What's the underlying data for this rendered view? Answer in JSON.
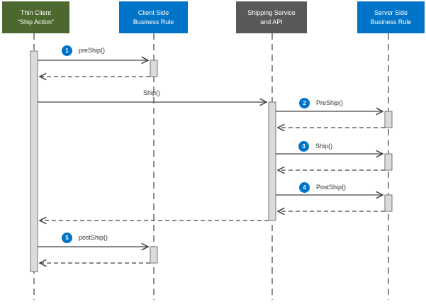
{
  "diagram_type": "uml-sequence-diagram",
  "actors": [
    {
      "id": "thin-client",
      "name": "Thin Client\n“Ship Action”",
      "color": "#4D682E"
    },
    {
      "id": "client-side-rule",
      "name": "Client Side\nBusiness Rule",
      "color": "#0074C8"
    },
    {
      "id": "shipping-service",
      "name": "Shipping Service\nand API",
      "color": "#595959"
    },
    {
      "id": "server-side-rule",
      "name": "Server Side\nBusiness Rule",
      "color": "#0074C8"
    }
  ],
  "messages": [
    {
      "number": "1",
      "label": "preShip()",
      "from": "thin-client",
      "to": "client-side-rule",
      "type": "call"
    },
    {
      "number": "",
      "label": "Ship()",
      "from": "thin-client",
      "to": "shipping-service",
      "type": "call"
    },
    {
      "number": "2",
      "label": "PreShip()",
      "from": "shipping-service",
      "to": "server-side-rule",
      "type": "call"
    },
    {
      "number": "3",
      "label": "Ship()",
      "from": "shipping-service",
      "to": "server-side-rule",
      "type": "call"
    },
    {
      "number": "4",
      "label": "PostShip()",
      "from": "shipping-service",
      "to": "server-side-rule",
      "type": "call"
    },
    {
      "number": "5",
      "label": "postShip()",
      "from": "thin-client",
      "to": "client-side-rule",
      "type": "call"
    }
  ],
  "returns": [
    {
      "from": "client-side-rule",
      "to": "thin-client"
    },
    {
      "from": "server-side-rule",
      "to": "shipping-service"
    },
    {
      "from": "server-side-rule",
      "to": "shipping-service"
    },
    {
      "from": "server-side-rule",
      "to": "shipping-service"
    },
    {
      "from": "shipping-service",
      "to": "thin-client"
    },
    {
      "from": "client-side-rule",
      "to": "thin-client"
    }
  ],
  "colors": {
    "background": "#FFFFFF",
    "actor_green": "#4D682E",
    "actor_blue": "#0074C8",
    "actor_gray": "#595959",
    "number_badge": "#0074C8",
    "activation_fill": "#DBDBDB",
    "activation_border": "#757575",
    "line": "#444444"
  }
}
